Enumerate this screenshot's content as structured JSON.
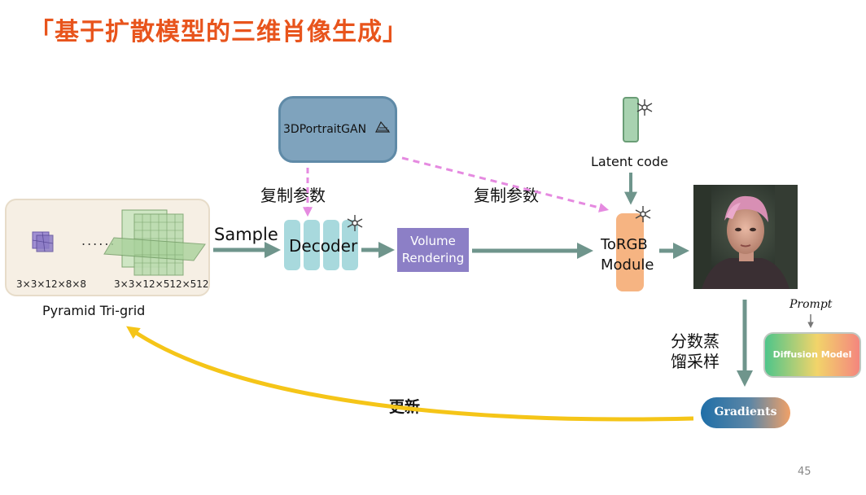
{
  "title": "「基于扩散模型的三维肖像生成」",
  "pyramid": {
    "caption": "Pyramid Tri-grid",
    "dots": "......",
    "small_size": "3×3×12×8×8",
    "large_size": "3×3×12×512×512"
  },
  "gan": {
    "label": "3DPortraitGAN"
  },
  "copy_params_1": "复制参数",
  "copy_params_2": "复制参数",
  "sample_label": "Sample",
  "decoder_label": "Decoder",
  "volume_rendering": {
    "line1": "Volume",
    "line2": "Rendering"
  },
  "latent_label": "Latent code",
  "torgb": {
    "line1": "ToRGB",
    "line2": "Module"
  },
  "prompt_label": "Prompt",
  "diffusion_label": "Diffusion Model",
  "sds": {
    "line1": "分数蒸",
    "line2": "馏采样"
  },
  "gradients_label": "Gradients",
  "update_label": "更新",
  "page_number": "45",
  "colors": {
    "title": "#e8541c",
    "arrow": "#6f958c",
    "dashed_pink": "#e58ae0",
    "update_arrow": "#f5c518",
    "volume_rendering": "#8c7fc6",
    "torgb": "#f6b482",
    "decoder": "#a8d9dd",
    "gan": "#7fa3bd"
  },
  "icons": [
    "snowflake-icon",
    "fire-icon",
    "pyramid-icon",
    "portrait-image"
  ]
}
